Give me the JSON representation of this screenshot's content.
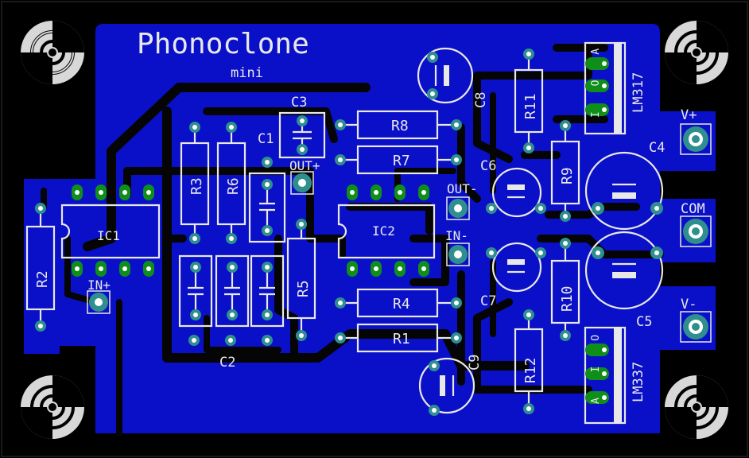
{
  "board": {
    "title": "Phonoclone",
    "subtitle": "mini",
    "colors": {
      "background": "#000000",
      "copper_pour": "#0a10c8",
      "silkscreen": "#e8e8e8",
      "pad_ring": "#2f8f8f",
      "green_pad": "#0f8f1a",
      "mount_hole": "#d8d8d8"
    }
  },
  "labels": {
    "ic1": "IC1",
    "ic2": "IC2",
    "r1": "R1",
    "r2": "R2",
    "r3": "R3",
    "r4": "R4",
    "r5": "R5",
    "r6": "R6",
    "r7": "R7",
    "r8": "R8",
    "r9": "R9",
    "r10": "R10",
    "r11": "R11",
    "r12": "R12",
    "c1": "C1",
    "c2": "C2",
    "c3": "C3",
    "c4": "C4",
    "c5": "C5",
    "c6": "C6",
    "c7": "C7",
    "c8": "C8",
    "c9": "C9",
    "lm317": "LM317",
    "lm337": "LM337",
    "lm317_pins": "I O A",
    "lm337_pins": "A I O",
    "in_plus": "IN+",
    "in_minus": "IN-",
    "out_plus": "OUT+",
    "out_minus": "OUT-",
    "v_plus": "V+",
    "com": "COM",
    "v_minus": "V-"
  }
}
